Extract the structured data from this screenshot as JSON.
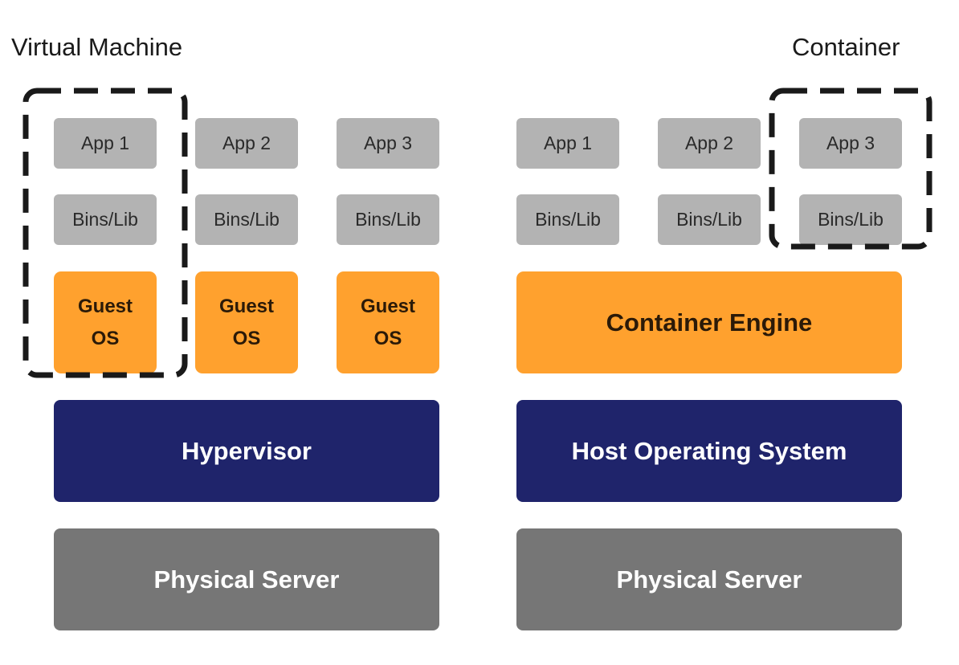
{
  "vm": {
    "title": "Virtual Machine",
    "apps": [
      "App 1",
      "App 2",
      "App 3"
    ],
    "libs": [
      "Bins/Lib",
      "Bins/Lib",
      "Bins/Lib"
    ],
    "guest_os": [
      "Guest OS",
      "Guest OS",
      "Guest OS"
    ],
    "hypervisor": "Hypervisor",
    "server": "Physical Server"
  },
  "container": {
    "title": "Container",
    "apps": [
      "App 1",
      "App 2",
      "App 3"
    ],
    "libs": [
      "Bins/Lib",
      "Bins/Lib",
      "Bins/Lib"
    ],
    "engine": "Container Engine",
    "host_os": "Host Operating System",
    "server": "Physical Server"
  },
  "colors": {
    "app_box": "#b3b3b3",
    "guest_os": "#ffa12e",
    "engine": "#ffa12e",
    "hypervisor": "#1f246b",
    "host_os": "#1f246b",
    "server": "#767676",
    "highlight_frame": "#1a1a1a"
  }
}
